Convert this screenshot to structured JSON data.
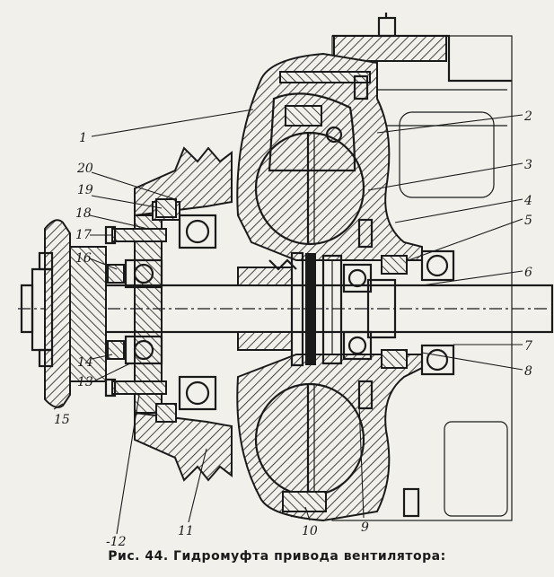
{
  "caption": "Рис. 44. Гидромуфта привода вентилятора:",
  "callouts": [
    "1",
    "2",
    "3",
    "4",
    "5",
    "6",
    "7",
    "8",
    "9",
    "10",
    "11",
    "-12",
    "13",
    "14",
    "15",
    "16",
    "17",
    "18",
    "19",
    "20"
  ],
  "colors": {
    "ink": "#1a1a1a",
    "paper": "#f2f0ea"
  }
}
